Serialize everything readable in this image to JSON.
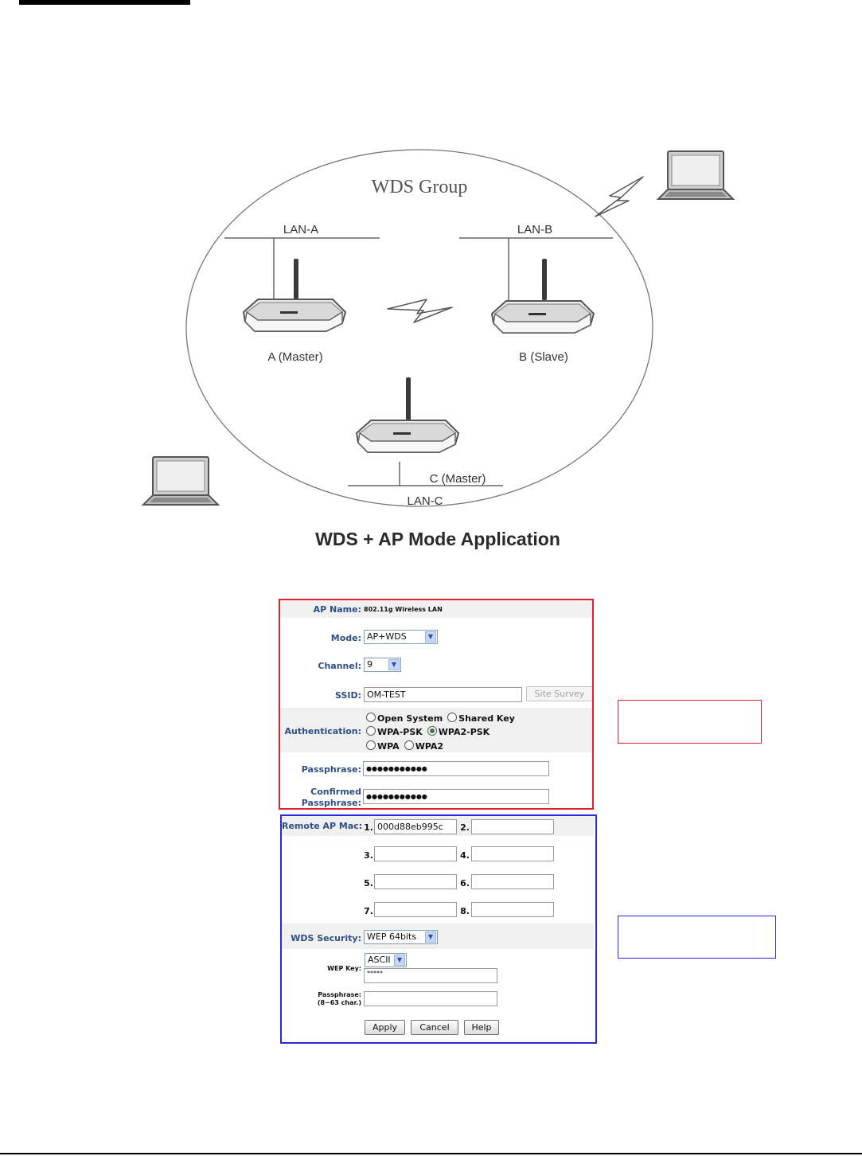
{
  "diagram": {
    "group_title": "WDS Group",
    "lan_a": "LAN-A",
    "lan_b": "LAN-B",
    "lan_c": "LAN-C",
    "router_a": "A (Master)",
    "router_b": "B (Slave)",
    "router_c": "C (Master)"
  },
  "caption": "WDS + AP Mode Application",
  "form": {
    "ap_name_label": "AP Name:",
    "ap_name_value": "802.11g Wireless LAN",
    "mode_label": "Mode:",
    "mode_value": "AP+WDS",
    "channel_label": "Channel:",
    "channel_value": "9",
    "ssid_label": "SSID:",
    "ssid_value": "OM-TEST",
    "site_survey": "Site Survey",
    "auth_label": "Authentication:",
    "auth_options": [
      "Open System",
      "Shared Key",
      "WPA-PSK",
      "WPA2-PSK",
      "WPA",
      "WPA2"
    ],
    "auth_selected": "WPA2-PSK",
    "passphrase_label": "Passphrase:",
    "passphrase_value": "●●●●●●●●●●●",
    "confirmed_label_1": "Confirmed",
    "confirmed_label_2": "Passphrase:",
    "confirmed_value": "●●●●●●●●●●●",
    "remote_mac_label": "Remote AP Mac:",
    "mac_numbers": [
      "1.",
      "2.",
      "3.",
      "4.",
      "5.",
      "6.",
      "7.",
      "8."
    ],
    "mac_values": [
      "000d88eb995c",
      "",
      "",
      "",
      "",
      "",
      "",
      ""
    ],
    "wds_security_label": "WDS Security:",
    "wds_security_value": "WEP 64bits",
    "wep_key_label": "WEP Key:",
    "wep_key_format": "ASCII",
    "wep_key_value": "*****",
    "passphrase2_label_1": "Passphrase:",
    "passphrase2_label_2": "(8~63 char.)",
    "passphrase2_value": "",
    "apply": "Apply",
    "cancel": "Cancel",
    "help": "Help"
  }
}
